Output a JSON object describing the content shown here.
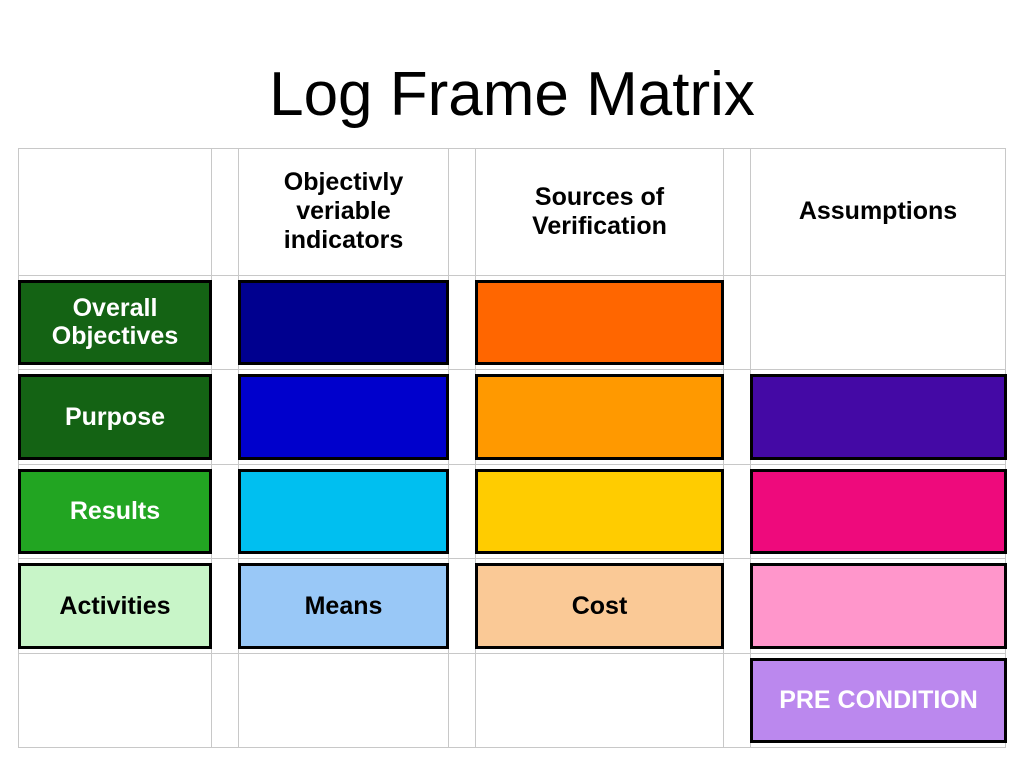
{
  "slide": {
    "title": "Log Frame Matrix"
  },
  "matrix": {
    "columns": [
      {
        "key": "row_label",
        "header": ""
      },
      {
        "key": "indicators",
        "header": "Objectivly veriable indicators"
      },
      {
        "key": "sources",
        "header": "Sources of Verification"
      },
      {
        "key": "assumptions",
        "header": "Assumptions"
      }
    ],
    "rows": [
      {
        "label": "Overall Objectives",
        "label_fill": "#146314",
        "label_text_color": "#ffffff",
        "indicators": {
          "text": "",
          "fill": "#00008f"
        },
        "sources": {
          "text": "",
          "fill": "#ff6600"
        },
        "assumptions": {
          "text": "",
          "fill": ""
        }
      },
      {
        "label": "Purpose",
        "label_fill": "#146314",
        "label_text_color": "#ffffff",
        "indicators": {
          "text": "",
          "fill": "#0000cc"
        },
        "sources": {
          "text": "",
          "fill": "#ff9900"
        },
        "assumptions": {
          "text": "",
          "fill": "#4409a5"
        }
      },
      {
        "label": "Results",
        "label_fill": "#22a522",
        "label_text_color": "#ffffff",
        "indicators": {
          "text": "",
          "fill": "#00bff0"
        },
        "sources": {
          "text": "",
          "fill": "#ffcc00"
        },
        "assumptions": {
          "text": "",
          "fill": "#ee0a7c"
        }
      },
      {
        "label": "Activities",
        "label_fill": "#c8f5c8",
        "label_text_color": "#000000",
        "indicators": {
          "text": "Means",
          "fill": "#99c8f7"
        },
        "sources": {
          "text": "Cost",
          "fill": "#fac996"
        },
        "assumptions": {
          "text": "",
          "fill": "#ff96cb"
        }
      },
      {
        "label": "",
        "label_fill": "",
        "label_text_color": "",
        "indicators": {
          "text": "",
          "fill": ""
        },
        "sources": {
          "text": "",
          "fill": ""
        },
        "assumptions": {
          "text": "PRE CONDITION",
          "fill": "#bb88ee"
        }
      }
    ]
  },
  "colors": {
    "grid_line": "#c8c8c8",
    "block_border": "#000000",
    "page_background": "#ffffff",
    "title_color": "#000000"
  }
}
